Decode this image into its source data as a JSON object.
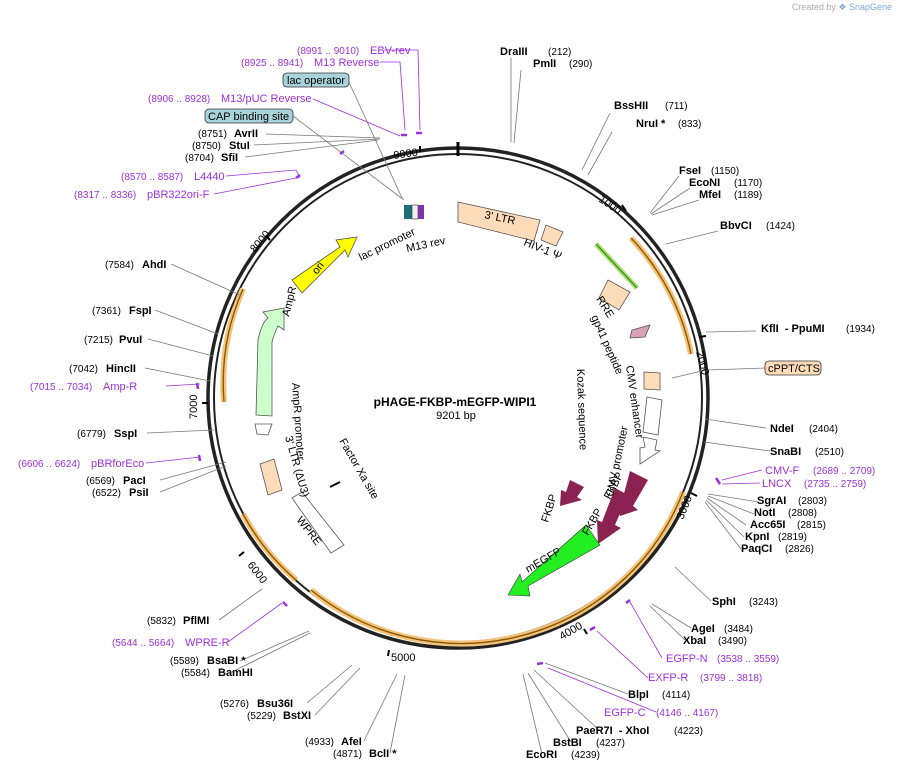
{
  "header": {
    "credit_text": "Created by",
    "credit_brand": "SnapGene"
  },
  "plasmid": {
    "name": "pHAGE-FKBP-mEGFP-WIPI1",
    "size": "9201 bp"
  },
  "ticks": [
    "1000",
    "2000",
    "3000",
    "4000",
    "5000",
    "6000",
    "7000",
    "8000",
    "9000"
  ],
  "enzymes": [
    {
      "name": "DraIII",
      "pos": "(212)"
    },
    {
      "name": "PmlI",
      "pos": "(290)"
    },
    {
      "name": "BssHII",
      "pos": "(711)"
    },
    {
      "name": "NruI *",
      "pos": "(833)"
    },
    {
      "name": "FseI",
      "pos": "(1150)"
    },
    {
      "name": "EcoNI",
      "pos": "(1170)"
    },
    {
      "name": "MfeI",
      "pos": "(1189)"
    },
    {
      "name": "BbvCI",
      "pos": "(1424)"
    },
    {
      "name": "KflI  - PpuMI",
      "pos": "(1934)"
    },
    {
      "name": "NdeI",
      "pos": "(2404)"
    },
    {
      "name": "SnaBI",
      "pos": "(2510)"
    },
    {
      "name": "SgrAI",
      "pos": "(2803)"
    },
    {
      "name": "NotI",
      "pos": "(2808)"
    },
    {
      "name": "Acc65I",
      "pos": "(2815)"
    },
    {
      "name": "KpnI",
      "pos": "(2819)"
    },
    {
      "name": "PaqCI",
      "pos": "(2826)"
    },
    {
      "name": "SphI",
      "pos": "(3243)"
    },
    {
      "name": "AgeI",
      "pos": "(3484)"
    },
    {
      "name": "XbaI",
      "pos": "(3490)"
    },
    {
      "name": "BlpI",
      "pos": "(4114)"
    },
    {
      "name": "PaeR7I  - XhoI",
      "pos": "(4223)"
    },
    {
      "name": "BstBI",
      "pos": "(4237)"
    },
    {
      "name": "EcoRI",
      "pos": "(4239)"
    },
    {
      "name": "BclI *",
      "pos": "(4871)"
    },
    {
      "name": "AfeI",
      "pos": "(4933)"
    },
    {
      "name": "BstXI",
      "pos": "(5229)"
    },
    {
      "name": "Bsu36I",
      "pos": "(5276)"
    },
    {
      "name": "BamHI",
      "pos": "(5584)"
    },
    {
      "name": "BsaBI *",
      "pos": "(5589)"
    },
    {
      "name": "PflMI",
      "pos": "(5832)"
    },
    {
      "name": "PsiI",
      "pos": "(6522)"
    },
    {
      "name": "PacI",
      "pos": "(6569)"
    },
    {
      "name": "SspI",
      "pos": "(6779)"
    },
    {
      "name": "HincII",
      "pos": "(7042)"
    },
    {
      "name": "PvuI",
      "pos": "(7215)"
    },
    {
      "name": "FspI",
      "pos": "(7361)"
    },
    {
      "name": "AhdI",
      "pos": "(7584)"
    },
    {
      "name": "SfiI",
      "pos": "(8704)"
    },
    {
      "name": "StuI",
      "pos": "(8750)"
    },
    {
      "name": "AvrII",
      "pos": "(8751)"
    }
  ],
  "primers": [
    {
      "name": "EBV-rev",
      "range": "(8991 .. 9010)"
    },
    {
      "name": "M13 Reverse",
      "range": "(8925 .. 8941)"
    },
    {
      "name": "M13/pUC Reverse",
      "range": "(8906 .. 8928)"
    },
    {
      "name": "L4440",
      "range": "(8570 .. 8587)"
    },
    {
      "name": "pBR322ori-F",
      "range": "(8317 .. 8336)"
    },
    {
      "name": "Amp-R",
      "range": "(7015 .. 7034)"
    },
    {
      "name": "pBRforEco",
      "range": "(6606 .. 6624)"
    },
    {
      "name": "WPRE-R",
      "range": "(5644 .. 5664)"
    },
    {
      "name": "EGFP-C",
      "range": "(4146 .. 4167)"
    },
    {
      "name": "EXFP-R",
      "range": "(3799 .. 3818)"
    },
    {
      "name": "EGFP-N",
      "range": "(3538 .. 3559)"
    },
    {
      "name": "CMV-F",
      "range": "(2689 .. 2709)"
    },
    {
      "name": "LNCX",
      "range": "(2735 .. 2759)"
    }
  ],
  "boxed_labels": {
    "lac_operator": "lac operator",
    "cap_site": "CAP binding site",
    "cppt": "cPPT/CTS"
  },
  "features": {
    "ltr5": "3' LTR",
    "psi": "HIV-1 Ψ",
    "rre": "RRE",
    "gp41": "gp41 peptide",
    "cmv_enh": "CMV enhancer",
    "cmv_prom": "CMV promoter",
    "kozak": "Kozak sequence",
    "fkbp": "FKBP",
    "megfp": "mEGFP",
    "factorxa": "Factor Xa site",
    "wpre": "WPRE",
    "ltr3": "3' LTR (ΔU3)",
    "ampr_prom": "AmpR promoter",
    "ampr": "AmpR",
    "ori": "ori",
    "lac_prom": "lac promoter",
    "m13rev": "M13 rev"
  },
  "colors": {
    "primer": "#9b30d9",
    "orange_arc": "#e8a23a",
    "fkbp": "#8b2252",
    "megfp": "#22dd22",
    "ori": "#ffff00",
    "ampr": "#ccffcc",
    "ltr": "#ffdcb9",
    "cap_box": "#a9d3db"
  }
}
